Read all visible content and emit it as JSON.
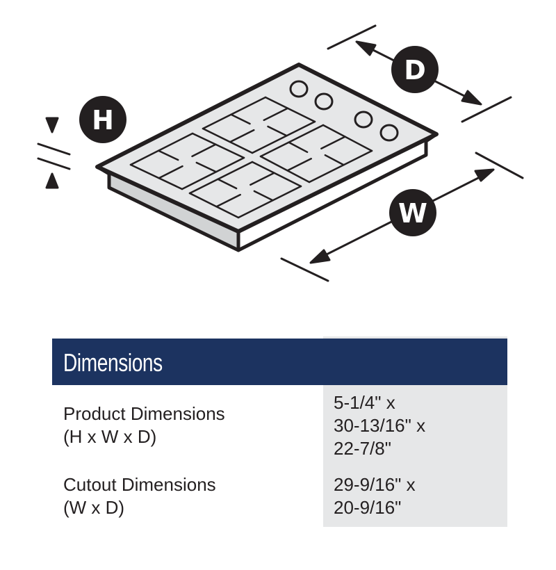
{
  "diagram": {
    "labels": {
      "height": "H",
      "depth": "D",
      "width": "W"
    },
    "colors": {
      "ink": "#231f20",
      "surface": "#e6e7e8",
      "side": "#d1d3d4"
    }
  },
  "table": {
    "title": "Dimensions",
    "header_color": "#1c3360",
    "rows": [
      {
        "label": "Product Dimensions\n(H x W x D)",
        "value": "5-1/4\" x\n30-13/16\" x\n22-7/8\""
      },
      {
        "label": "Cutout Dimensions\n(W x D)",
        "value": "29-9/16\" x\n20-9/16\""
      }
    ]
  }
}
